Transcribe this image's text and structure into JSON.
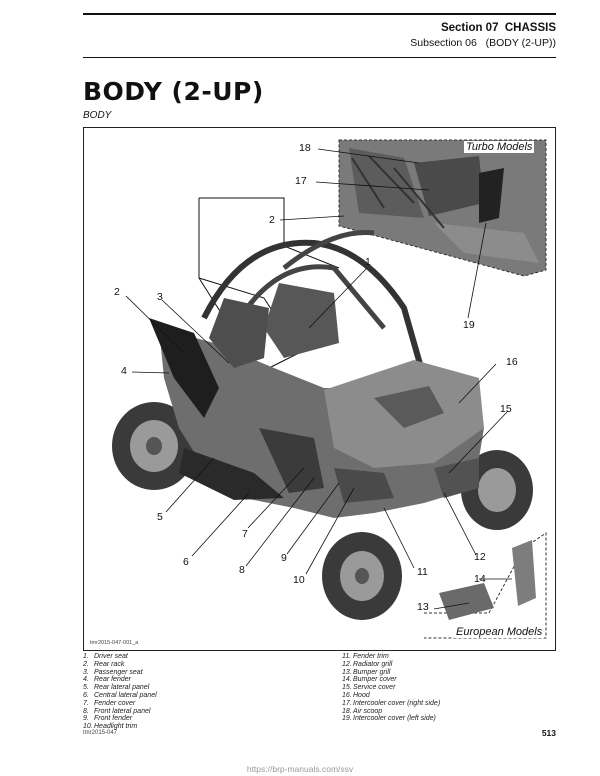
{
  "header": {
    "section_label": "Section 07",
    "section_name": "CHASSIS",
    "subsection_label": "Subsection 06",
    "subsection_name": "(BODY (2-UP))"
  },
  "page_title": "BODY (2-UP)",
  "subtitle": "BODY",
  "figure": {
    "code": "tmr2015-047-001_a",
    "inset_turbo_label": "Turbo Models",
    "inset_european_label": "European Models",
    "callouts": [
      "1",
      "2",
      "3",
      "4",
      "5",
      "6",
      "7",
      "8",
      "9",
      "10",
      "11",
      "12",
      "13",
      "14",
      "15",
      "16",
      "17",
      "18",
      "19",
      "2"
    ]
  },
  "legend_left": [
    {
      "num": "1.",
      "text": "Driver seat"
    },
    {
      "num": "2.",
      "text": "Rear rack"
    },
    {
      "num": "3.",
      "text": "Passenger seat"
    },
    {
      "num": "4.",
      "text": "Rear fender"
    },
    {
      "num": "5.",
      "text": "Rear lateral panel"
    },
    {
      "num": "6.",
      "text": "Central lateral panel"
    },
    {
      "num": "7.",
      "text": "Fender cover"
    },
    {
      "num": "8.",
      "text": "Front lateral panel"
    },
    {
      "num": "9.",
      "text": "Front fender"
    },
    {
      "num": "10.",
      "text": "Headlight trim"
    }
  ],
  "legend_right": [
    {
      "num": "11.",
      "text": "Fender trim"
    },
    {
      "num": "12.",
      "text": "Radiator grill"
    },
    {
      "num": "13.",
      "text": "Bumper grill"
    },
    {
      "num": "14.",
      "text": "Bumper cover"
    },
    {
      "num": "15.",
      "text": "Service cover"
    },
    {
      "num": "16.",
      "text": "Hood"
    },
    {
      "num": "17.",
      "text": "Intercooler cover (right side)"
    },
    {
      "num": "18.",
      "text": "Air scoop"
    },
    {
      "num": "19.",
      "text": "Intercooler cover (left side)"
    }
  ],
  "footer": {
    "doc_code": "tmr2015-047",
    "page_number": "513",
    "watermark": "https://brp-manuals.com/ssv"
  }
}
